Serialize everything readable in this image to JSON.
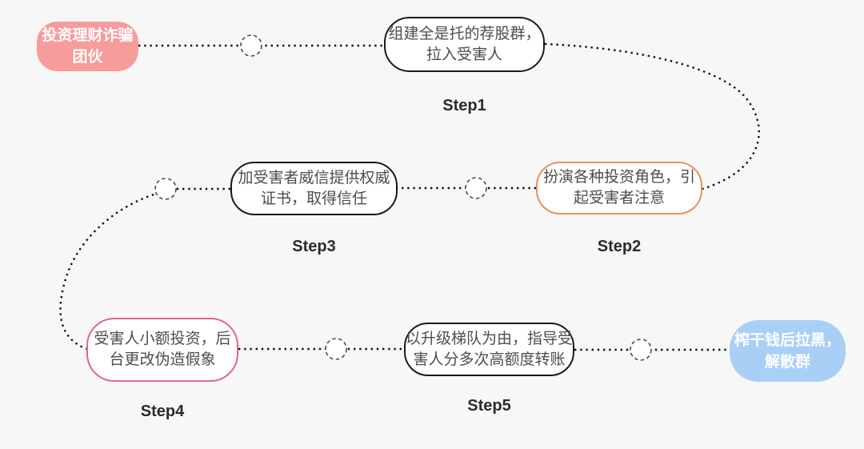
{
  "diagram": {
    "type": "flowchart",
    "topic": "investment-fraud-process",
    "nodes": {
      "start": {
        "text": "投资理财诈骗\n团伙",
        "bg": "#F89B9B",
        "text_color": "#FFFFFF"
      },
      "step1": {
        "text": "组建全是托的荐股群，\n拉入受害人",
        "step_label": "Step1",
        "border": "#1A1A1A"
      },
      "step2": {
        "text": "扮演各种投资角色，引\n起受害者注意",
        "step_label": "Step2",
        "border": "#E98F62"
      },
      "step3": {
        "text": "加受害者威信提供权威\n证书，取得信任",
        "step_label": "Step3",
        "border": "#1A1A1A"
      },
      "step4": {
        "text": "受害人小额投资，后\n台更改伪造假象",
        "step_label": "Step4",
        "border": "#E8647F"
      },
      "step5": {
        "text": "以升级梯队为由，指导受\n害人分多次高额度转账",
        "step_label": "Step5",
        "border": "#1A1A1A"
      },
      "end": {
        "text": "榨干钱后拉黑，\n解散群",
        "bg": "#A8CFF5",
        "text_color": "#FFFFFF"
      }
    },
    "flow_order": [
      "start",
      "step1",
      "step2",
      "step3",
      "step4",
      "step5",
      "end"
    ],
    "styles": {
      "background": "#F7F7F7",
      "connector_color": "#111111",
      "connector_style": "dotted",
      "junction_circle_fill": "#FFFFFF",
      "junction_circle_stroke": "#4A4A4A",
      "node_text_color": "#4D4D4D",
      "step_label_color": "#2B2B2B"
    }
  }
}
